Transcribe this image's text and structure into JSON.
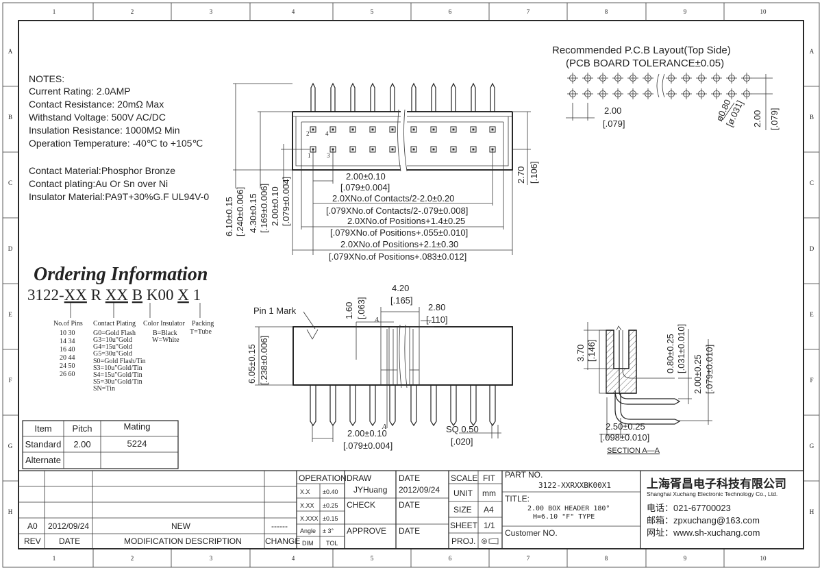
{
  "frame": {
    "col_labels": [
      "1",
      "2",
      "3",
      "4",
      "5",
      "6",
      "7",
      "8",
      "9",
      "10"
    ],
    "row_labels": [
      "A",
      "B",
      "C",
      "D",
      "E",
      "F",
      "G",
      "H"
    ]
  },
  "notes": {
    "title": "NOTES:",
    "lines": [
      "Current Rating: 2.0AMP",
      "Contact Resistance: 20mΩ Max",
      "Withstand Voltage: 500V AC/DC",
      "Insulation Resistance: 1000MΩ Min",
      "Operation Temperature: -40℃ to +105℃"
    ],
    "materials": [
      "Contact Material:Phosphor Bronze",
      "Contact plating:Au Or Sn over Ni",
      "Insulator Material:PA9T+30%G.F UL94V-0"
    ]
  },
  "pcb": {
    "title": "Recommended P.C.B Layout(Top Side)",
    "tolerance": "(PCB BOARD TOLERANCE±0.05)",
    "pitch": "2.00",
    "pitch_in": "[.079]",
    "hole": "ø0.80",
    "hole_in": "[ø.031]",
    "row_pitch": "2.00",
    "row_pitch_in": "[.079]"
  },
  "top_view": {
    "pin_labels": [
      "2",
      "4",
      "1",
      "3"
    ],
    "dim_pitch": "2.00±0.10",
    "dim_pitch_in": "[.079±0.004]",
    "dim_contacts": "2.0XNo.of Contacts/2-2.0±0.20",
    "dim_contacts_in": "[.079XNo.of Contacts/2-.079±0.008]",
    "dim_pos1": "2.0XNo.of Positions+1.4±0.25",
    "dim_pos1_in": "[.079XNo.of Positions+.055±0.010]",
    "dim_pos2": "2.0XNo.of Positions+2.1±0.30",
    "dim_pos2_in": "[.079XNo.of Positions+.083±0.012]",
    "h1": "6.10±0.15",
    "h1_in": "[.240±0.006]",
    "h2": "4.30±0.15",
    "h2_in": "[.169±0.006]",
    "h3": "2.00±0.10",
    "h3_in": "[.079±0.004]",
    "h4": "2.70",
    "h4_in": "[.106]"
  },
  "ordering": {
    "title": "Ordering Information",
    "code_parts": [
      "3122-",
      "XX",
      " R ",
      "XX",
      " ",
      "B",
      " K00 ",
      "X",
      " 1"
    ],
    "pins_label": "No.of Pins",
    "pins": [
      "10 30",
      "14 34",
      "16 40",
      "20 44",
      "24 50",
      "26 60"
    ],
    "plating_label": "Contact Plating",
    "plating": [
      "G0=Gold Flash",
      "G3=10u\"Gold",
      "G4=15u\"Gold",
      "G5=30u\"Gold",
      "S0=Gold Flash/Tin",
      "S3=10u\"Gold/Tin",
      "S4=15u\"Gold/Tin",
      "S5=30u\"Gold/Tin",
      "SN=Tin"
    ],
    "color_label": "Color Insulator",
    "colors": [
      "B=Black",
      "W=White"
    ],
    "packing_label": "Packing",
    "packing": [
      "T=Tube"
    ]
  },
  "front_view": {
    "pin1_mark": "Pin 1 Mark",
    "d1": "4.20",
    "d1_in": "[.165]",
    "d2": "1.60",
    "d2_in": "[.063]",
    "d3": "2.80",
    "d3_in": "[.110]",
    "section_letter": "A",
    "h": "6.05±0.15",
    "h_in": "[.238±0.006]",
    "pitch": "2.00±0.10",
    "pitch_in": "[.079±0.004]",
    "sq": "SQ 0.50",
    "sq_in": "[.020]"
  },
  "section": {
    "d1": "3.70",
    "d1_in": "[.146]",
    "d2": "0.80±0.25",
    "d2_in": "[.031±0.010]",
    "d3": "2.00±0.25",
    "d3_in": "[.079±0.010]",
    "d4": "2.50±0.25",
    "d4_in": "[.098±0.010]",
    "label": "SECTION A—A"
  },
  "mating": {
    "headers": [
      "Item",
      "Pitch",
      "Mating"
    ],
    "rows": [
      [
        "Standard",
        "2.00",
        "5224"
      ],
      [
        "Alternate",
        "",
        ""
      ]
    ]
  },
  "title_block": {
    "rev_headers": [
      "REV",
      "DATE",
      "MODIFICATION DESCRIPTION",
      "CHANGE"
    ],
    "rev_row": [
      "A0",
      "2012/09/24",
      "NEW",
      "------"
    ],
    "operation": "OPERATION",
    "tolerances": [
      [
        "X.X",
        "±0.40"
      ],
      [
        "X.XX",
        "±0.25"
      ],
      [
        "X.XXX",
        "±0.15"
      ],
      [
        "Angle",
        "± 3°"
      ],
      [
        "DIM",
        "TOL"
      ]
    ],
    "draw": "DRAW",
    "drawer": "JYHuang",
    "date": "DATE",
    "draw_date": "2012/09/24",
    "check": "CHECK",
    "approve": "APPROVE",
    "scale": "SCALE",
    "fit": "FIT",
    "unit": "UNIT",
    "unit_val": "mm",
    "size": "SIZE",
    "size_val": "A4",
    "sheet": "SHEET",
    "sheet_val": "1/1",
    "proj": "PROJ.",
    "part_no_label": "PART NO.",
    "part_no": "3122-XXRXXBK00X1",
    "title_label": "TITLE:",
    "title_1": "2.00 BOX HEADER 180°",
    "title_2": "H=6.10 \"F\" TYPE",
    "customer": "Customer NO.",
    "company_cn": "上海胥昌电子科技有限公司",
    "company_en": "Shanghai Xuchang Electronic Technology Co., Ltd.",
    "tel": "电话：021-67700023",
    "email": "邮箱：zpxuchang@163.com",
    "web": "网址：www.sh-xuchang.com"
  }
}
